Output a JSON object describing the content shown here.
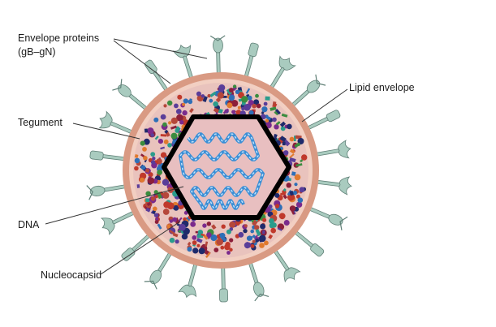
{
  "labels": {
    "envelope_proteins_line1": "Envelope proteins",
    "envelope_proteins_line2": "(gB–gN)",
    "lipid_envelope": "Lipid envelope",
    "tegument": "Tegument",
    "dna": "DNA",
    "nucleocapsid": "Nucleocapsid"
  },
  "colors": {
    "envelope_outer": "#d99a83",
    "envelope_inner": "#f2cfc2",
    "tegument_bg": "#e9c3bd",
    "capsid_fill": "#e8bfc0",
    "capsid_edge": "#000000",
    "dna_strand": "#3a8fd6",
    "dna_highlight": "#c8e4fb",
    "glycoprotein_fill": "#a9cbbf",
    "glycoprotein_edge": "#5f7f76",
    "leader_line": "#333333"
  },
  "particle_colors": [
    "#7a2a8c",
    "#c0392b",
    "#2e6fb7",
    "#3b8c3f",
    "#e07a2e",
    "#1f2a6b",
    "#8c1f3a",
    "#5a3d99",
    "#2a9c8c",
    "#b5473a"
  ]
}
